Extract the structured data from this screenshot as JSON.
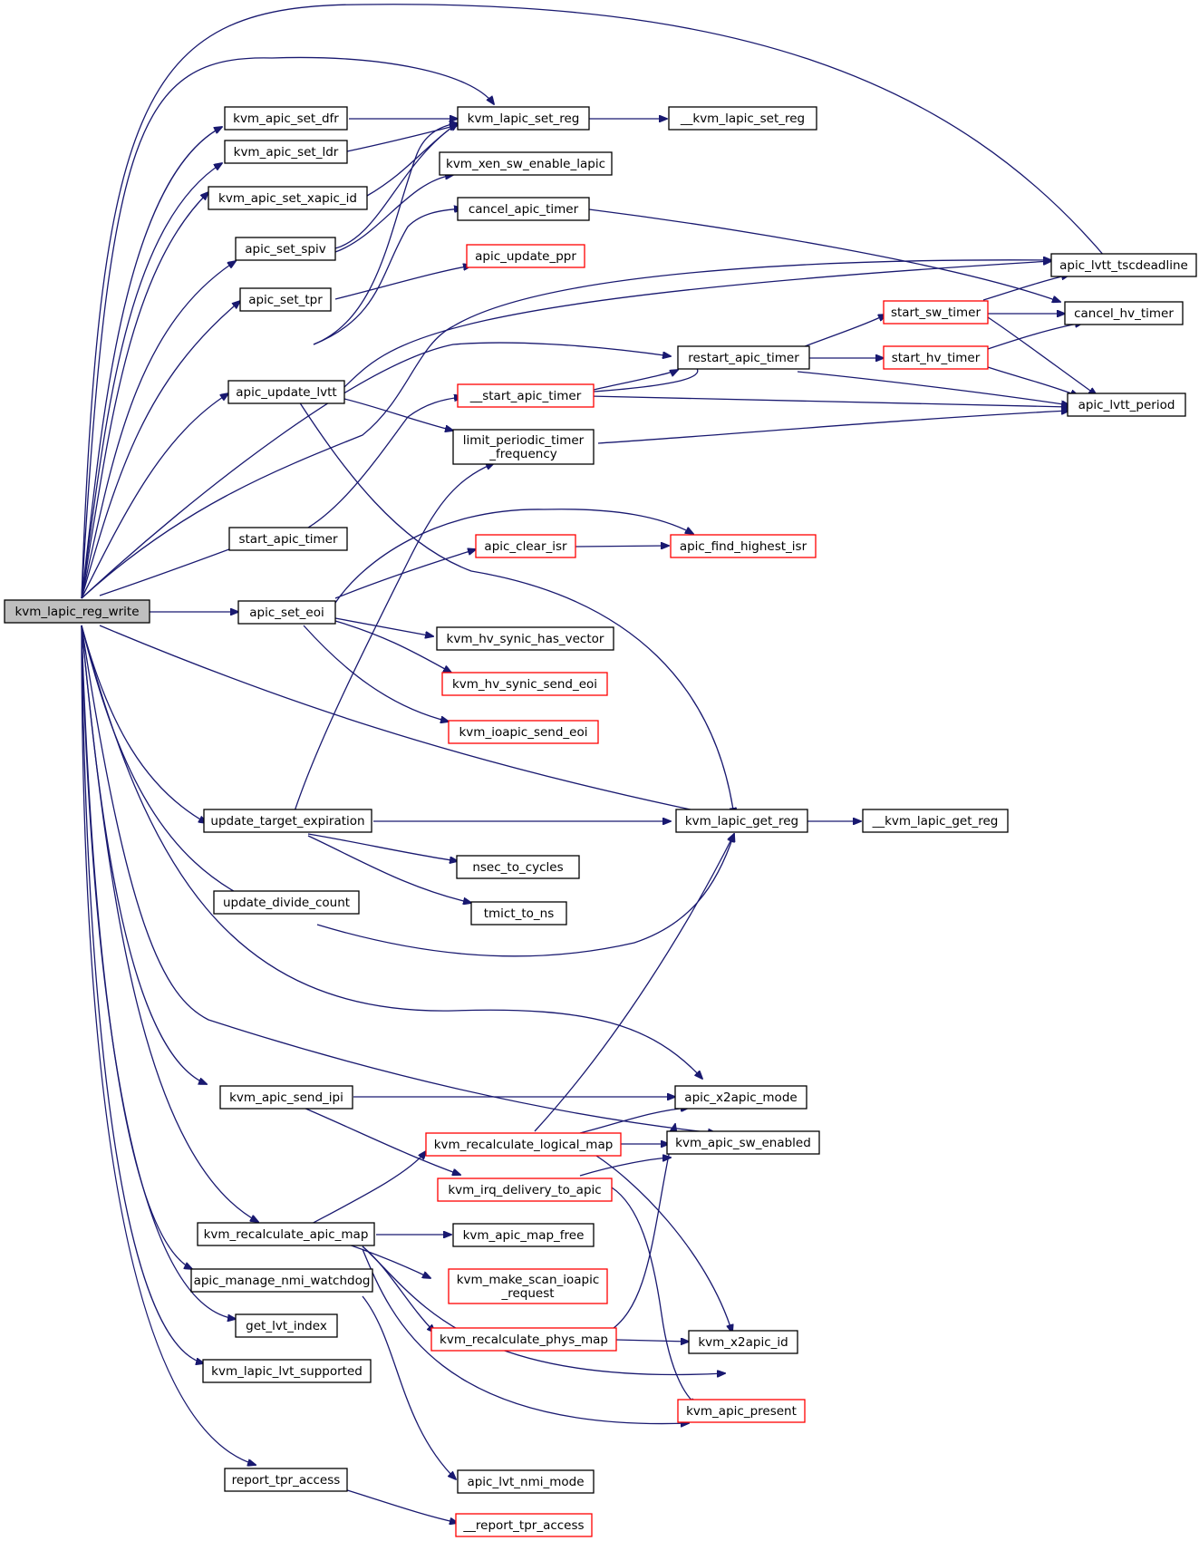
{
  "nodes": [
    {
      "id": "root",
      "lines": [
        "kvm_lapic_reg_write"
      ],
      "style": "root"
    },
    {
      "id": "set_dfr",
      "lines": [
        "kvm_apic_set_dfr"
      ],
      "style": "black"
    },
    {
      "id": "set_ldr",
      "lines": [
        "kvm_apic_set_ldr"
      ],
      "style": "black"
    },
    {
      "id": "set_xapic_id",
      "lines": [
        "kvm_apic_set_xapic_id"
      ],
      "style": "black"
    },
    {
      "id": "set_spiv",
      "lines": [
        "apic_set_spiv"
      ],
      "style": "black"
    },
    {
      "id": "set_tpr",
      "lines": [
        "apic_set_tpr"
      ],
      "style": "black"
    },
    {
      "id": "update_lvtt",
      "lines": [
        "apic_update_lvtt"
      ],
      "style": "black"
    },
    {
      "id": "start_apic_timer",
      "lines": [
        "start_apic_timer"
      ],
      "style": "black"
    },
    {
      "id": "set_eoi",
      "lines": [
        "apic_set_eoi"
      ],
      "style": "black"
    },
    {
      "id": "update_target",
      "lines": [
        "update_target_expiration"
      ],
      "style": "black"
    },
    {
      "id": "update_divide",
      "lines": [
        "update_divide_count"
      ],
      "style": "black"
    },
    {
      "id": "send_ipi",
      "lines": [
        "kvm_apic_send_ipi"
      ],
      "style": "black"
    },
    {
      "id": "recalc_apic_map",
      "lines": [
        "kvm_recalculate_apic_map"
      ],
      "style": "black"
    },
    {
      "id": "nmi_watchdog",
      "lines": [
        "apic_manage_nmi_watchdog"
      ],
      "style": "black"
    },
    {
      "id": "get_lvt_index",
      "lines": [
        "get_lvt_index"
      ],
      "style": "black"
    },
    {
      "id": "lvt_supported",
      "lines": [
        "kvm_lapic_lvt_supported"
      ],
      "style": "black"
    },
    {
      "id": "report_tpr",
      "lines": [
        "report_tpr_access"
      ],
      "style": "black"
    },
    {
      "id": "lapic_set_reg",
      "lines": [
        "kvm_lapic_set_reg"
      ],
      "style": "black"
    },
    {
      "id": "xen_sw",
      "lines": [
        "kvm_xen_sw_enable_lapic"
      ],
      "style": "black"
    },
    {
      "id": "cancel_apic_timer",
      "lines": [
        "cancel_apic_timer"
      ],
      "style": "black"
    },
    {
      "id": "update_ppr",
      "lines": [
        "apic_update_ppr"
      ],
      "style": "red"
    },
    {
      "id": "restart_apic_timer",
      "lines": [
        "restart_apic_timer"
      ],
      "style": "black"
    },
    {
      "id": "__start_apic_timer",
      "lines": [
        "__start_apic_timer"
      ],
      "style": "red"
    },
    {
      "id": "limit_periodic",
      "lines": [
        "limit_periodic_timer",
        "_frequency"
      ],
      "style": "black"
    },
    {
      "id": "clear_isr",
      "lines": [
        "apic_clear_isr"
      ],
      "style": "red"
    },
    {
      "id": "hv_has_vector",
      "lines": [
        "kvm_hv_synic_has_vector"
      ],
      "style": "black"
    },
    {
      "id": "hv_send_eoi",
      "lines": [
        "kvm_hv_synic_send_eoi"
      ],
      "style": "red"
    },
    {
      "id": "ioapic_send_eoi",
      "lines": [
        "kvm_ioapic_send_eoi"
      ],
      "style": "red"
    },
    {
      "id": "nsec_to_cycles",
      "lines": [
        "nsec_to_cycles"
      ],
      "style": "black"
    },
    {
      "id": "tmict_to_ns",
      "lines": [
        "tmict_to_ns"
      ],
      "style": "black"
    },
    {
      "id": "recalc_logical",
      "lines": [
        "kvm_recalculate_logical_map"
      ],
      "style": "red"
    },
    {
      "id": "irq_delivery",
      "lines": [
        "kvm_irq_delivery_to_apic"
      ],
      "style": "red"
    },
    {
      "id": "apic_map_free",
      "lines": [
        "kvm_apic_map_free"
      ],
      "style": "black"
    },
    {
      "id": "make_scan",
      "lines": [
        "kvm_make_scan_ioapic",
        "_request"
      ],
      "style": "red"
    },
    {
      "id": "recalc_phys",
      "lines": [
        "kvm_recalculate_phys_map"
      ],
      "style": "red"
    },
    {
      "id": "lvt_nmi_mode",
      "lines": [
        "apic_lvt_nmi_mode"
      ],
      "style": "black"
    },
    {
      "id": "__report_tpr",
      "lines": [
        "__report_tpr_access"
      ],
      "style": "red"
    },
    {
      "id": "__lapic_set_reg",
      "lines": [
        "__kvm_lapic_set_reg"
      ],
      "style": "black"
    },
    {
      "id": "start_sw_timer",
      "lines": [
        "start_sw_timer"
      ],
      "style": "red"
    },
    {
      "id": "start_hv_timer",
      "lines": [
        "start_hv_timer"
      ],
      "style": "red"
    },
    {
      "id": "find_highest_isr",
      "lines": [
        "apic_find_highest_isr"
      ],
      "style": "red"
    },
    {
      "id": "lapic_get_reg",
      "lines": [
        "kvm_lapic_get_reg"
      ],
      "style": "black"
    },
    {
      "id": "x2apic_mode",
      "lines": [
        "apic_x2apic_mode"
      ],
      "style": "black"
    },
    {
      "id": "sw_enabled",
      "lines": [
        "kvm_apic_sw_enabled"
      ],
      "style": "black"
    },
    {
      "id": "x2apic_id",
      "lines": [
        "kvm_x2apic_id"
      ],
      "style": "black"
    },
    {
      "id": "apic_present",
      "lines": [
        "kvm_apic_present"
      ],
      "style": "red"
    },
    {
      "id": "__lapic_get_reg",
      "lines": [
        "__kvm_lapic_get_reg"
      ],
      "style": "black"
    },
    {
      "id": "tscdeadline",
      "lines": [
        "apic_lvtt_tscdeadline"
      ],
      "style": "black"
    },
    {
      "id": "cancel_hv_timer",
      "lines": [
        "cancel_hv_timer"
      ],
      "style": "black"
    },
    {
      "id": "lvtt_period",
      "lines": [
        "apic_lvtt_period"
      ],
      "style": "black"
    }
  ]
}
